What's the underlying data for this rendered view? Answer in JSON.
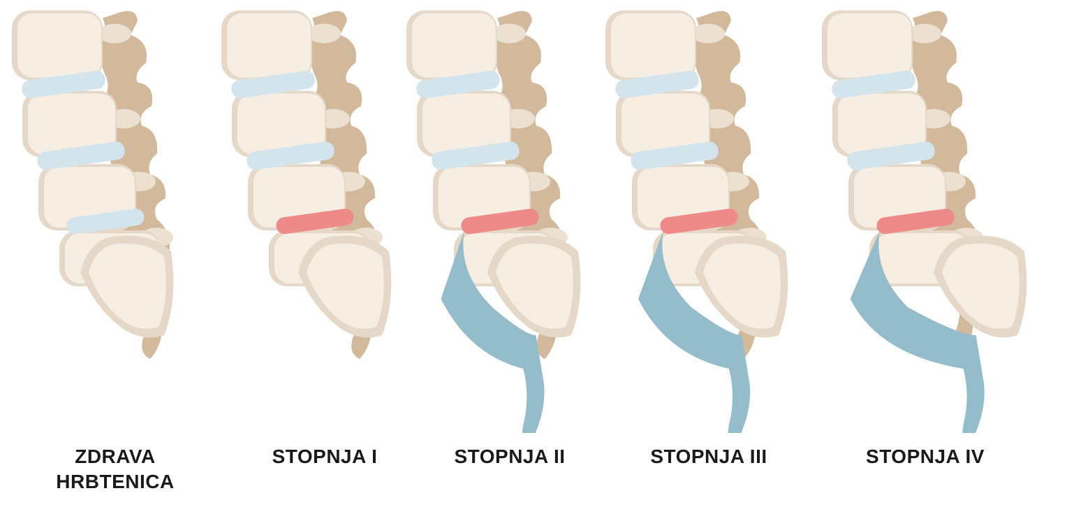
{
  "figure": {
    "panels": [
      {
        "id": "healthy",
        "label": "ZDRAVA\nHRBTENICA",
        "slip": 0
      },
      {
        "id": "grade-1",
        "label": "STOPNJA I",
        "slip": 1
      },
      {
        "id": "grade-2",
        "label": "STOPNJA II",
        "slip": 2
      },
      {
        "id": "grade-3",
        "label": "STOPNJA III",
        "slip": 3
      },
      {
        "id": "grade-4",
        "label": "STOPNJA IV",
        "slip": 4
      }
    ]
  },
  "colors": {
    "vertebra_body": "#f6ede3",
    "vertebra_edge": "#e6d8c8",
    "posterior_bone": "#d3b99b",
    "posterior_light": "#ece0d1",
    "disc": "#d3e4ec",
    "affected_disc": "#ee8a88",
    "displacement": "#95bccb"
  }
}
